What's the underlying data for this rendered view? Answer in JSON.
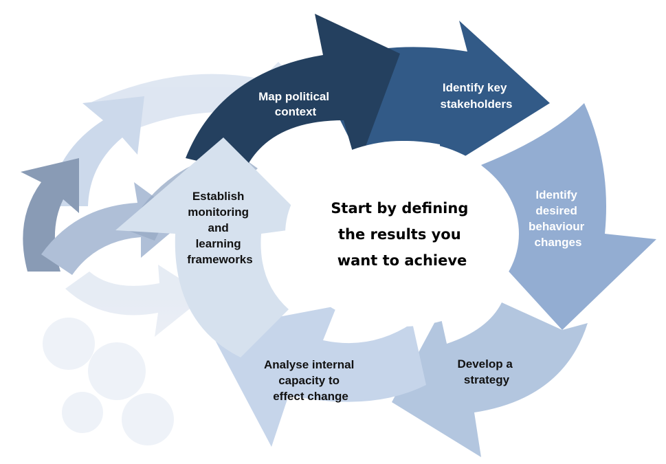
{
  "diagram": {
    "center": {
      "lines": [
        "Start by defining",
        "the results you",
        "want to achieve"
      ]
    },
    "steps": [
      {
        "id": "map-political-context",
        "lines": [
          "Map political",
          "context"
        ]
      },
      {
        "id": "identify-key-stakeholders",
        "lines": [
          "Identify key",
          "stakeholders"
        ]
      },
      {
        "id": "identify-desired-behaviour-changes",
        "lines": [
          "Identify",
          "desired",
          "behaviour",
          "changes"
        ]
      },
      {
        "id": "develop-a-strategy",
        "lines": [
          "Develop a",
          "strategy"
        ]
      },
      {
        "id": "analyse-internal-capacity",
        "lines": [
          "Analyse internal",
          "capacity to",
          "effect change"
        ]
      },
      {
        "id": "establish-monitoring-and-learning",
        "lines": [
          "Establish",
          "monitoring",
          "and",
          "learning",
          "frameworks"
        ]
      }
    ]
  },
  "colors": {
    "map": "#24405f",
    "stakeholders": "#325a87",
    "behaviour": "#93add2",
    "strategy": "#b3c6df",
    "capacity": "#c6d5ea",
    "monitoring": "#d6e1ee",
    "back_arrows": "#c3d1e6",
    "back_arrows_dark": "#7a8eaa",
    "text_light": "#ffffff",
    "text_dark": "#111111"
  }
}
